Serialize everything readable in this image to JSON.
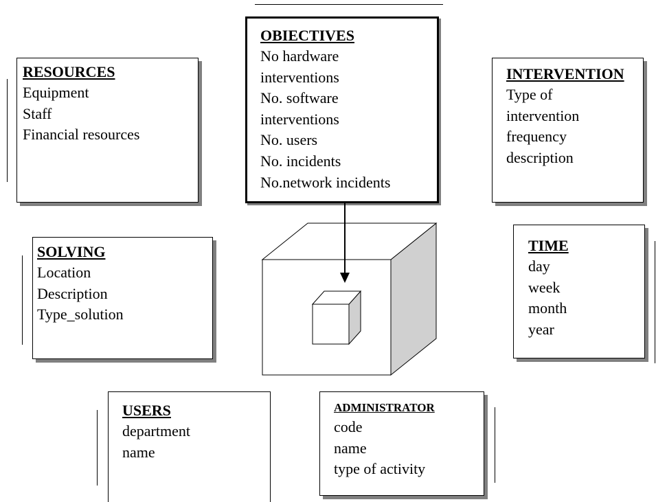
{
  "objectives": {
    "title": "OBIECTIVES",
    "items": [
      "No hardware",
      "interventions",
      "No. software",
      "interventions",
      "No. users",
      "No. incidents",
      "No.network incidents"
    ]
  },
  "resources": {
    "title": "RESOURCES",
    "items": [
      "Equipment",
      "Staff",
      "Financial resources"
    ]
  },
  "intervention": {
    "title": "INTERVENTION",
    "items": [
      "Type of",
      "intervention",
      "frequency",
      "description"
    ]
  },
  "solving": {
    "title": "SOLVING",
    "items": [
      "Location",
      "Description",
      "Type_solution"
    ]
  },
  "time": {
    "title": "TIME",
    "items": [
      "day",
      "week",
      "month",
      "year"
    ]
  },
  "users": {
    "title": "USERS",
    "items": [
      "department",
      "name"
    ]
  },
  "administrator": {
    "title": "ADMINISTRATOR",
    "items": [
      "code",
      "name",
      "type of activity"
    ]
  },
  "colors": {
    "line": "#000000",
    "shadow": "#808080",
    "cube_side": "#d0d0d0",
    "background": "#ffffff"
  }
}
